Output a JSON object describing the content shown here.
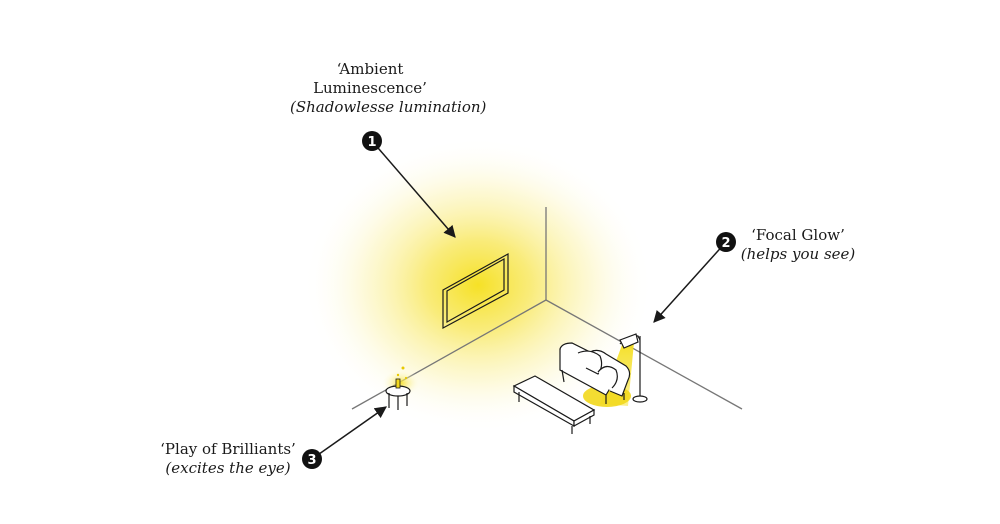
{
  "labels": {
    "ambient": {
      "title_line1": "‘Ambient",
      "title_line2": "Luminescence’",
      "subtitle": "(Shadowlesse lumination)",
      "number": "1"
    },
    "focal": {
      "title": "‘Focal Glow’",
      "subtitle": "(helps you see)",
      "number": "2"
    },
    "brilliants": {
      "title": "‘Play of Brilliants’",
      "subtitle": "(excites the eye)",
      "number": "3"
    }
  },
  "colors": {
    "glow": "#f7e54a",
    "ink": "#1a1a1a",
    "badge": "#111111"
  }
}
